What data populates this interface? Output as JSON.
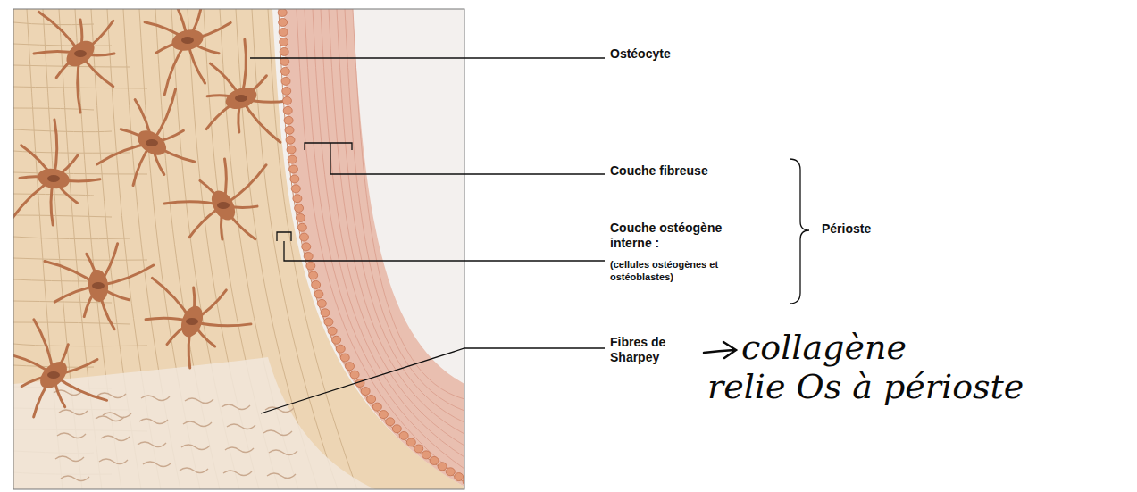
{
  "diagram": {
    "labels": [
      "Ostéocyte",
      "Couche fibreuse",
      "Couche ostéogène interne :",
      "(cellules ostéogènes et ostéoblastes)",
      "Périoste",
      "Fibres de Sharpey",
      "collagène",
      "relie Os à périoste"
    ]
  }
}
